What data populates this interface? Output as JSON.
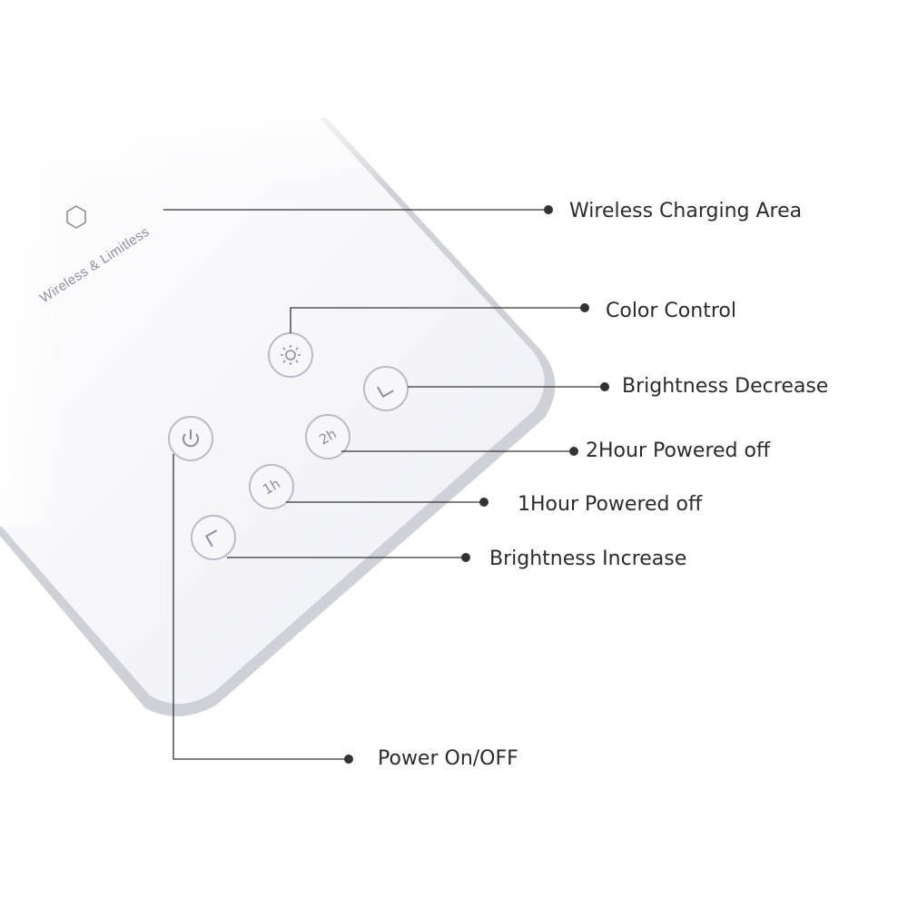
{
  "device": {
    "brand_text": "Wireless & Limitless",
    "buttons": {
      "color": {
        "icon": "sun-icon"
      },
      "brightness_down": {
        "icon": "chevron-down-icon"
      },
      "power": {
        "icon": "power-icon"
      },
      "timer_2h": {
        "glyph": "2h"
      },
      "timer_1h": {
        "glyph": "1h"
      },
      "brightness_up": {
        "icon": "chevron-up-icon"
      }
    }
  },
  "callouts": {
    "wireless_charging": "Wireless Charging Area",
    "color_control": "Color Control",
    "brightness_decrease": "Brightness Decrease",
    "two_hour_off": "2Hour Powered off",
    "one_hour_off": "1Hour Powered off",
    "brightness_increase": "Brightness Increase",
    "power": "Power On/OFF"
  },
  "colors": {
    "device_body": "#f4f4f8",
    "device_edge": "#c9cbd3",
    "button_ring": "#b9bcc6",
    "icon_gray": "#8a8fa0",
    "leader_line": "#333333",
    "label_text": "#2b2b2b"
  }
}
